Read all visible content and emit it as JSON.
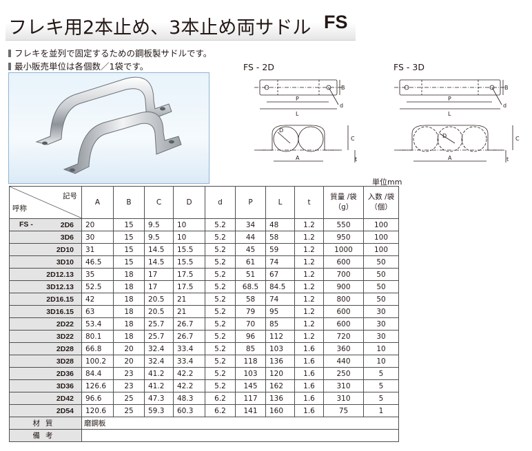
{
  "title": {
    "text": "フレキ用2本止め、3本止め両サドル",
    "code": "FS"
  },
  "notes": [
    "フレキを並列で固定するための鋼板製サドルです。",
    "最小販売単位は各個数／1袋です。"
  ],
  "drawings": {
    "left_label": "FS - 2D",
    "right_label": "FS - 3D",
    "dims": {
      "P": "P",
      "L": "L",
      "B": "B",
      "d": "d",
      "D": "D",
      "C": "C",
      "A": "A",
      "t": "t"
    }
  },
  "unit_label": "単位mm",
  "table": {
    "corner_top": "記号",
    "corner_bottom": "呼称",
    "headers": [
      "A",
      "B",
      "C",
      "D",
      "d",
      "P",
      "L",
      "t",
      "質量 /袋\n（g）",
      "入数 /袋\n（個）"
    ],
    "name_prefix": "FS -",
    "rows": [
      {
        "name": "2D6",
        "A": "20",
        "B": "15",
        "C": "9.5",
        "D": "10",
        "d": "5.2",
        "P": "34",
        "L": "48",
        "t": "1.2",
        "mass": "550",
        "qty": "100"
      },
      {
        "name": "3D6",
        "A": "30",
        "B": "15",
        "C": "9.5",
        "D": "10",
        "d": "5.2",
        "P": "44",
        "L": "58",
        "t": "1.2",
        "mass": "950",
        "qty": "100"
      },
      {
        "name": "2D10",
        "A": "31",
        "B": "15",
        "C": "14.5",
        "D": "15.5",
        "d": "5.2",
        "P": "45",
        "L": "59",
        "t": "1.2",
        "mass": "1000",
        "qty": "100"
      },
      {
        "name": "3D10",
        "A": "46.5",
        "B": "15",
        "C": "14.5",
        "D": "15.5",
        "d": "5.2",
        "P": "61",
        "L": "74",
        "t": "1.2",
        "mass": "600",
        "qty": "50"
      },
      {
        "name": "2D12.13",
        "A": "35",
        "B": "18",
        "C": "17",
        "D": "17.5",
        "d": "5.2",
        "P": "51",
        "L": "67",
        "t": "1.2",
        "mass": "700",
        "qty": "50"
      },
      {
        "name": "3D12.13",
        "A": "52.5",
        "B": "18",
        "C": "17",
        "D": "17.5",
        "d": "5.2",
        "P": "68.5",
        "L": "84.5",
        "t": "1.2",
        "mass": "900",
        "qty": "50"
      },
      {
        "name": "2D16.15",
        "A": "42",
        "B": "18",
        "C": "20.5",
        "D": "21",
        "d": "5.2",
        "P": "58",
        "L": "74",
        "t": "1.2",
        "mass": "800",
        "qty": "50"
      },
      {
        "name": "3D16.15",
        "A": "63",
        "B": "18",
        "C": "20.5",
        "D": "21",
        "d": "5.2",
        "P": "79",
        "L": "95",
        "t": "1.2",
        "mass": "600",
        "qty": "30"
      },
      {
        "name": "2D22",
        "A": "53.4",
        "B": "18",
        "C": "25.7",
        "D": "26.7",
        "d": "5.2",
        "P": "70",
        "L": "85",
        "t": "1.2",
        "mass": "600",
        "qty": "30"
      },
      {
        "name": "3D22",
        "A": "80.1",
        "B": "18",
        "C": "25.7",
        "D": "26.7",
        "d": "5.2",
        "P": "96",
        "L": "112",
        "t": "1.2",
        "mass": "720",
        "qty": "30"
      },
      {
        "name": "2D28",
        "A": "66.8",
        "B": "20",
        "C": "32.4",
        "D": "33.4",
        "d": "5.2",
        "P": "85",
        "L": "103",
        "t": "1.6",
        "mass": "360",
        "qty": "10"
      },
      {
        "name": "3D28",
        "A": "100.2",
        "B": "20",
        "C": "32.4",
        "D": "33.4",
        "d": "5.2",
        "P": "118",
        "L": "136",
        "t": "1.6",
        "mass": "440",
        "qty": "10"
      },
      {
        "name": "2D36",
        "A": "84.4",
        "B": "23",
        "C": "41.2",
        "D": "42.2",
        "d": "5.2",
        "P": "103",
        "L": "120",
        "t": "1.6",
        "mass": "250",
        "qty": "5"
      },
      {
        "name": "3D36",
        "A": "126.6",
        "B": "23",
        "C": "41.2",
        "D": "42.2",
        "d": "5.2",
        "P": "145",
        "L": "162",
        "t": "1.6",
        "mass": "310",
        "qty": "5"
      },
      {
        "name": "2D42",
        "A": "96.6",
        "B": "25",
        "C": "47.3",
        "D": "48.3",
        "d": "6.2",
        "P": "117",
        "L": "136",
        "t": "1.6",
        "mass": "310",
        "qty": "5"
      },
      {
        "name": "2D54",
        "A": "120.6",
        "B": "25",
        "C": "59.3",
        "D": "60.3",
        "d": "6.2",
        "P": "141",
        "L": "160",
        "t": "1.6",
        "mass": "75",
        "qty": "1"
      }
    ],
    "footer": [
      {
        "label": "材質",
        "value": "磨鋼板"
      },
      {
        "label": "備考",
        "value": ""
      }
    ]
  }
}
